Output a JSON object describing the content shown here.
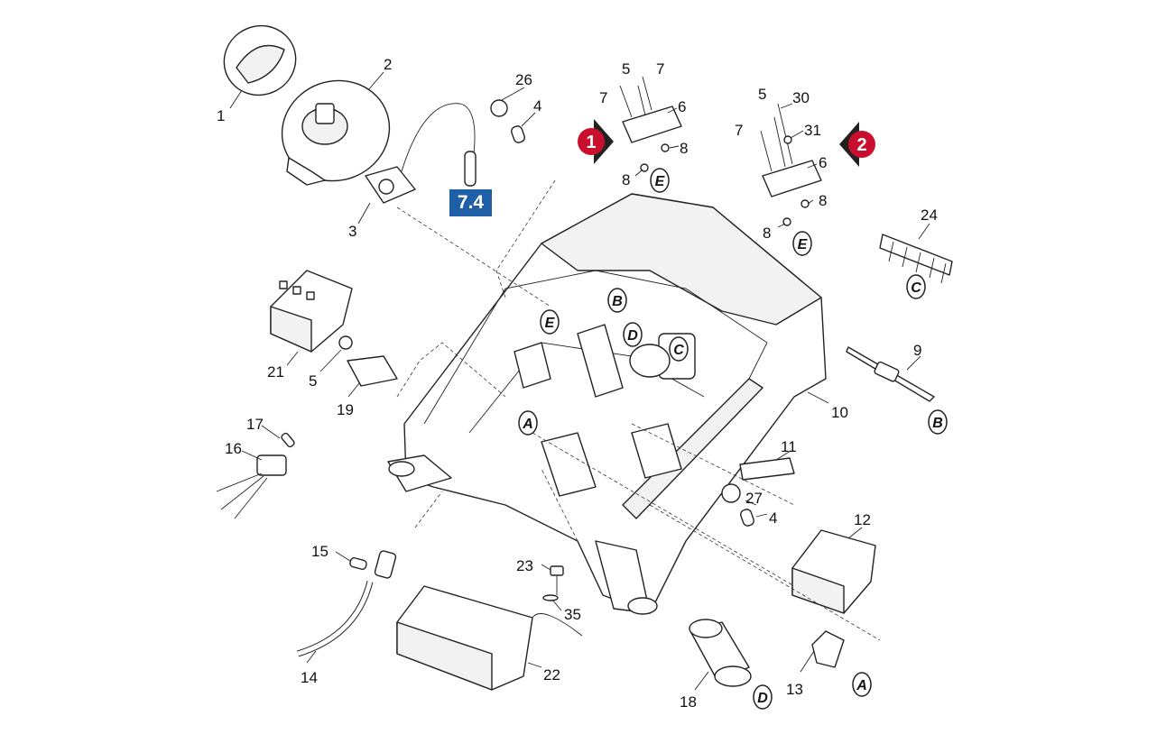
{
  "reference_box": {
    "label": "7.4",
    "color": "#1f5fa8"
  },
  "variant_badges": [
    {
      "label": "1",
      "color": "#c8102e"
    },
    {
      "label": "2",
      "color": "#c8102e"
    }
  ],
  "part_numbers": {
    "p1": "1",
    "p2": "2",
    "p3": "3",
    "p4a": "4",
    "p4b": "4",
    "p5a": "5",
    "p5b": "5",
    "p5c": "5",
    "p6a": "6",
    "p6b": "6",
    "p7a": "7",
    "p7b": "7",
    "p7c": "7",
    "p8a": "8",
    "p8b": "8",
    "p8c": "8",
    "p8d": "8",
    "p9": "9",
    "p10": "10",
    "p11": "11",
    "p12": "12",
    "p13": "13",
    "p14": "14",
    "p15": "15",
    "p16": "16",
    "p17": "17",
    "p18": "18",
    "p19": "19",
    "p21": "21",
    "p22": "22",
    "p23": "23",
    "p24": "24",
    "p26": "26",
    "p27": "27",
    "p30": "30",
    "p31": "31",
    "p35": "35"
  },
  "connection_letters": {
    "a1": "A",
    "a2": "A",
    "b1": "B",
    "b2": "B",
    "c1": "C",
    "c2": "C",
    "d1": "D",
    "d2": "D",
    "e1": "E",
    "e2": "E",
    "e3": "E"
  }
}
